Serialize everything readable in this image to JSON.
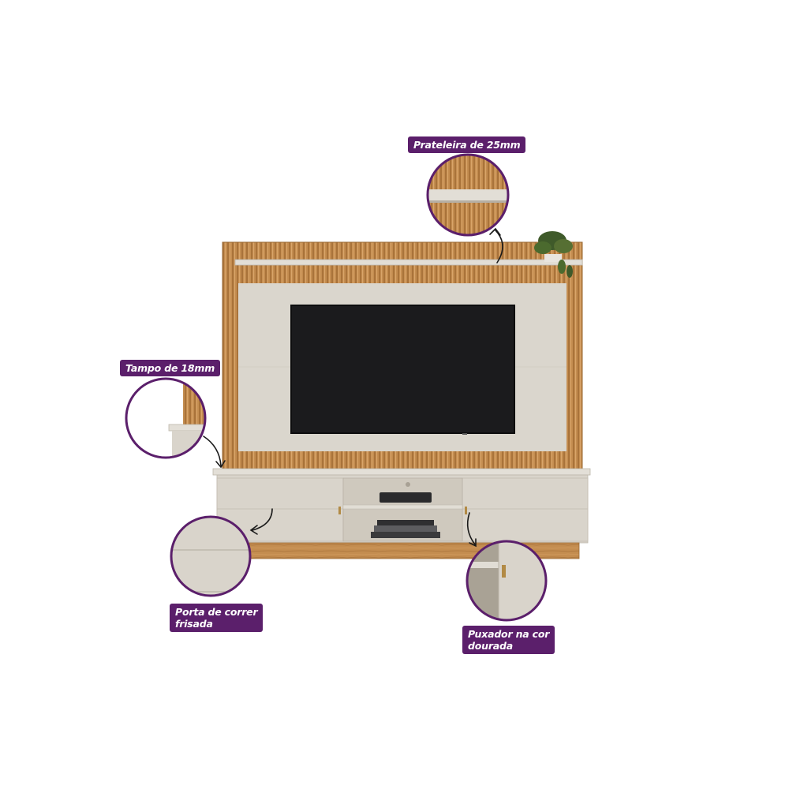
{
  "callouts": {
    "shelf": {
      "text": "Prateleira de 25mm"
    },
    "top": {
      "text": "Tampo de 18mm"
    },
    "door": {
      "line1": "Porta de correr",
      "line2": "frisada"
    },
    "handle": {
      "line1": "Puxador na cor",
      "line2": "dourada"
    }
  },
  "colors": {
    "accent": "#5b1f6b",
    "wood": "#c08a4e",
    "panel": "#dad6cd",
    "cabinet": "#d9d4cb",
    "tv": "#1b1b1d",
    "handle": "#b28a45"
  }
}
